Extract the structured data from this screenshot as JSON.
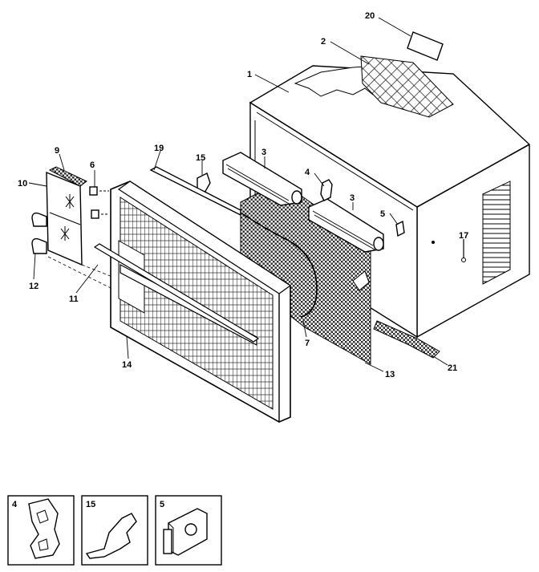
{
  "callouts": {
    "c1": "1",
    "c2": "2",
    "c3a": "3",
    "c3b": "3",
    "c4": "4",
    "c5": "5",
    "c6": "6",
    "c7": "7",
    "c9": "9",
    "c10": "10",
    "c11": "11",
    "c12": "12",
    "c13": "13",
    "c14": "14",
    "c15": "15",
    "c17": "17",
    "c19": "19",
    "c20": "20",
    "c21": "21"
  },
  "details": [
    {
      "label": "4"
    },
    {
      "label": "15"
    },
    {
      "label": "5"
    }
  ]
}
